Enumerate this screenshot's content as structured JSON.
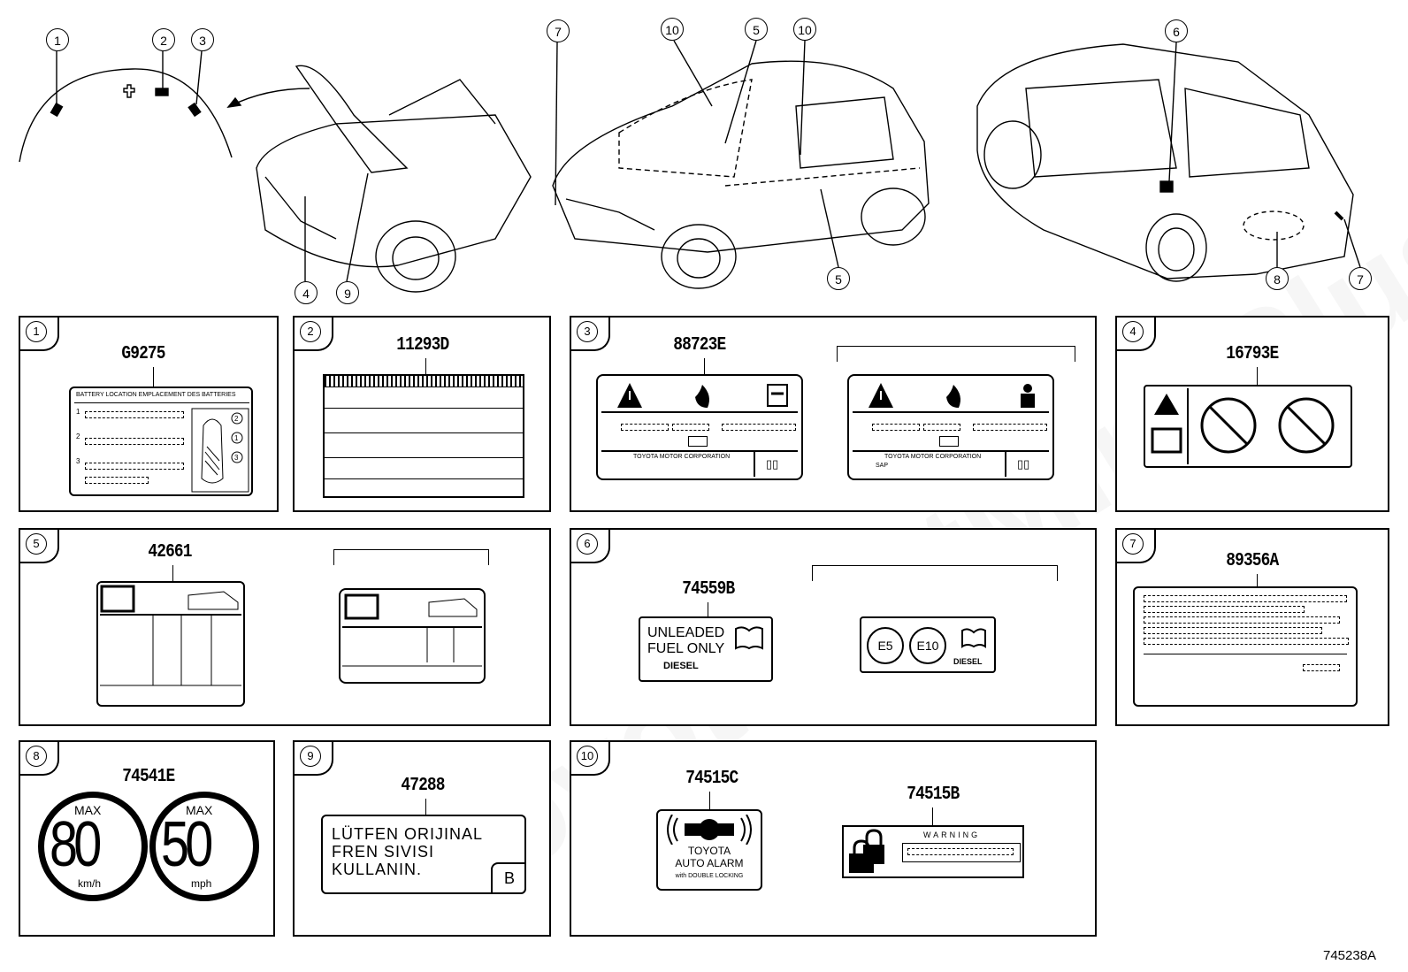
{
  "overview": {
    "hood_callouts": [
      "1",
      "2",
      "3"
    ],
    "engine_callouts": [
      "4",
      "9"
    ],
    "front_callouts": [
      "7",
      "10",
      "5",
      "10",
      "5"
    ],
    "rear_callouts": [
      "6",
      "8",
      "7"
    ]
  },
  "panels": [
    {
      "num": "1",
      "part": "G9275",
      "label_title": "BATTERY LOCATION EMPLACEMENT DES BATTERIES",
      "label_nums": [
        "1",
        "2",
        "3"
      ],
      "side_nums": [
        "2",
        "1",
        "3"
      ]
    },
    {
      "num": "2",
      "part": "11293D"
    },
    {
      "num": "3",
      "part": "88723E",
      "footer_a": "TOYOTA MOTOR CORPORATION",
      "footer_b": "TOYOTA MOTOR CORPORATION",
      "sap": "SAP"
    },
    {
      "num": "4",
      "part": "16793E"
    },
    {
      "num": "5",
      "part": "42661"
    },
    {
      "num": "6",
      "part": "74559B",
      "fuel_line1": "UNLEADED",
      "fuel_line2": "FUEL ONLY",
      "diesel": "DIESEL",
      "e5": "E5",
      "e10": "E10"
    },
    {
      "num": "7",
      "part": "89356A"
    },
    {
      "num": "8",
      "part": "74541E",
      "max_a": "MAX",
      "speed_a": "80",
      "unit_a": "km/h",
      "max_b": "MAX",
      "speed_b": "50",
      "unit_b": "mph"
    },
    {
      "num": "9",
      "part": "47288",
      "text_l1": "LÜTFEN ORIJINAL",
      "text_l2": "FREN SIVISI",
      "text_l3": "KULLANIN.",
      "corner": "B"
    },
    {
      "num": "10",
      "part_a": "74515C",
      "part_b": "74515B",
      "alarm_l1": "TOYOTA",
      "alarm_l2": "AUTO ALARM",
      "alarm_l3": "with DOUBLE LOCKING",
      "warning": "WARNING"
    }
  ],
  "figure_id": "745238A",
  "watermark": "ToyotaCatMinePlus"
}
